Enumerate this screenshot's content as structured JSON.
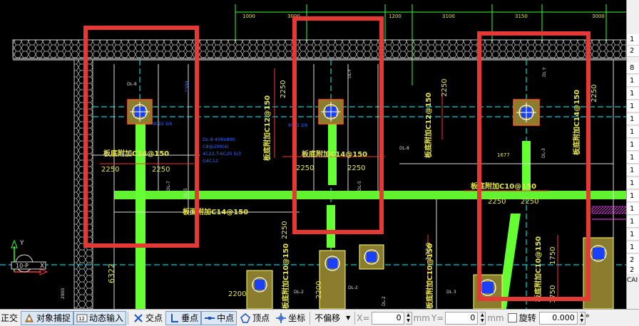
{
  "drawing": {
    "dims_top": [
      "1000",
      "3000",
      "1200",
      "3100",
      "3150",
      "3000"
    ],
    "beam_labels": [
      "DL-8",
      "DL-Y",
      "DL Y"
    ],
    "beam_spec": {
      "lines": [
        "DL-8 400x800",
        "C8@200(4)",
        "4C22;T:6C25 5/3",
        "G4C12"
      ]
    },
    "col_note_1": "9C22 3/6",
    "col_note_2": "9C22 3/6",
    "slab_labels": [
      "板底附加C14@150",
      "板底附加C14@150",
      "板底附加C14@150",
      "板底附加C10@150",
      "板底附加C10@150",
      "板底附加C10@150",
      "板底附加C12@150",
      "板底附加C12@150",
      "板面附加C14@150",
      "板底附加C10@150"
    ],
    "dims": {
      "h2250": "2250",
      "d1750": "1750",
      "d2200": "2200",
      "d1677": "1677",
      "d2300": "2300",
      "d6322": "6322",
      "d2900": "2900"
    },
    "small_labels": [
      "DL-7",
      "DL-5",
      "DL-3",
      "DL-2",
      "DL 3",
      "DL-2",
      "DL-8",
      "DL-5",
      "DL-2"
    ],
    "ucs": {
      "y": "Y",
      "x": "X"
    },
    "ucs_value": "10-P"
  },
  "right_panel": {
    "rows": [
      "1",
      "2",
      "8",
      "1",
      "1",
      "1",
      "1",
      "1",
      "1",
      "1",
      "1",
      "1",
      "1",
      "1",
      "1",
      "1",
      "1",
      "2",
      "2"
    ],
    "footer": "CAI"
  },
  "toolbar": {
    "ortho": "正交",
    "osnap": "对象捕捉",
    "dyn": "动态输入",
    "intersection": "交点",
    "perp": "垂点",
    "mid": "中点",
    "vertex": "顶点",
    "coord": "坐标",
    "offset_mode": "不偏移",
    "x_label": "X=",
    "x_value": "0",
    "mm1": "mm",
    "y_label": "Y=",
    "y_value": "0",
    "mm2": "mm",
    "rotate": "旋转",
    "rotate_value": "0.000",
    "deg": "°"
  },
  "colors": {
    "highlight_red": "#e53935",
    "beam_green": "#66ff33",
    "column_fill": "#8b7d2e",
    "text_yellow": "#e6e64a",
    "dim_green": "#33ff33",
    "axis_cyan": "#00ffff"
  }
}
